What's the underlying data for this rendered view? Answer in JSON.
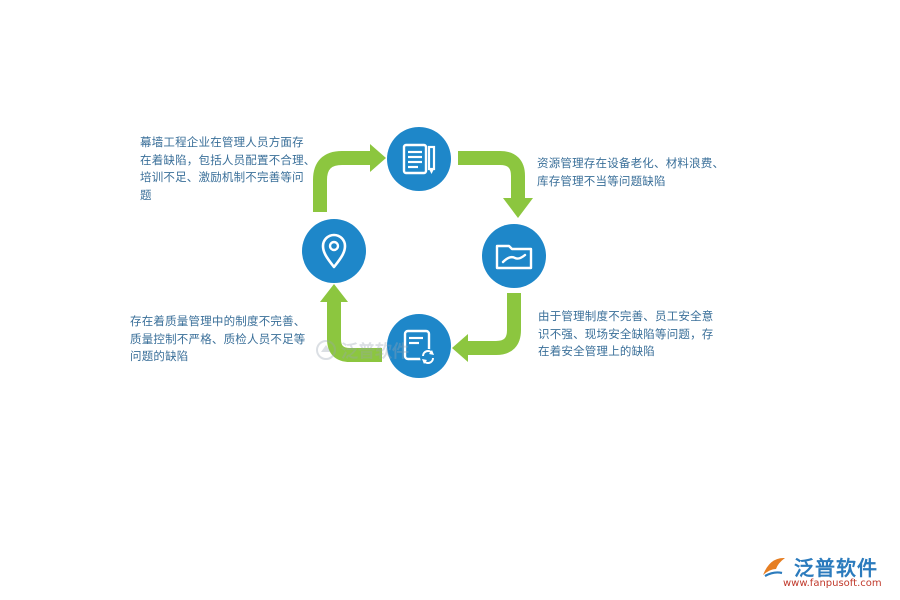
{
  "colors": {
    "arrow": "#8cc63f",
    "circle": "#1e87c9",
    "text": "#3a6f99",
    "brand": "#2b7bbd",
    "url": "#c0392b"
  },
  "nodes": [
    {
      "icon": "document-pencil-icon",
      "text": "资源管理存在设备老化、材料浪费、\n库存管理不当等问题缺陷"
    },
    {
      "icon": "folder-icon",
      "text": "由于管理制度不完善、员工安全意\n识不强、现场安全缺陷等问题，存\n在着安全管理上的缺陷"
    },
    {
      "icon": "note-refresh-icon",
      "text": "存在着质量管理中的制度不完善、\n质量控制不严格、质检人员不足等\n问题的缺陷"
    },
    {
      "icon": "location-pin-icon",
      "text": "幕墙工程企业在管理人员方面存\n在着缺陷，包括人员配置不合理、\n培训不足、激励机制不完善等问\n题"
    }
  ],
  "watermark": {
    "text": "泛普软件"
  },
  "brand": {
    "name": "泛普软件",
    "url": "www.fanpusoft.com"
  }
}
